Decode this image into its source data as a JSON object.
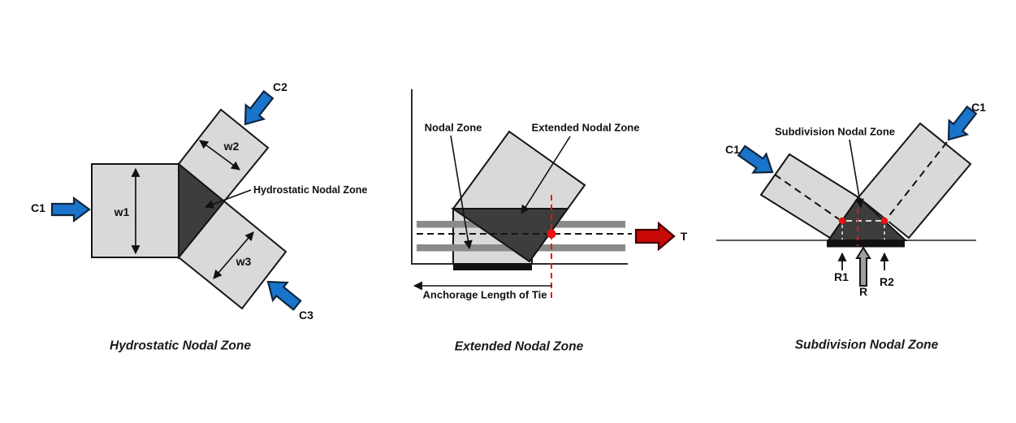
{
  "colors": {
    "background": "#ffffff",
    "member_light": "#d9d9d9",
    "nodal_zone_dark": "#3d3d3d",
    "rebar_gray": "#8a8a8a",
    "compression_blue": "#1a74cc",
    "compression_blue_border": "#10253c",
    "tension_red": "#c90808",
    "highlight_red": "#ee1111",
    "reaction_gray": "#a0a0a0",
    "line_black": "#111111"
  },
  "hydrostatic": {
    "caption": "Hydrostatic Nodal Zone",
    "annotation": "Hydrostatic Nodal Zone",
    "c1": "C1",
    "c2": "C2",
    "c3": "C3",
    "w1": "w1",
    "w2": "w2",
    "w3": "w3"
  },
  "extended": {
    "caption": "Extended Nodal Zone",
    "nodal_zone": "Nodal Zone",
    "extended_nodal_zone": "Extended Nodal Zone",
    "t": "T",
    "anchorage": "Anchorage Length of Tie"
  },
  "subdivision": {
    "caption": "Subdivision Nodal Zone",
    "annotation": "Subdivision Nodal Zone",
    "c1_left": "C1",
    "c1_right": "C1",
    "r1": "R1",
    "r": "R",
    "r2": "R2"
  }
}
